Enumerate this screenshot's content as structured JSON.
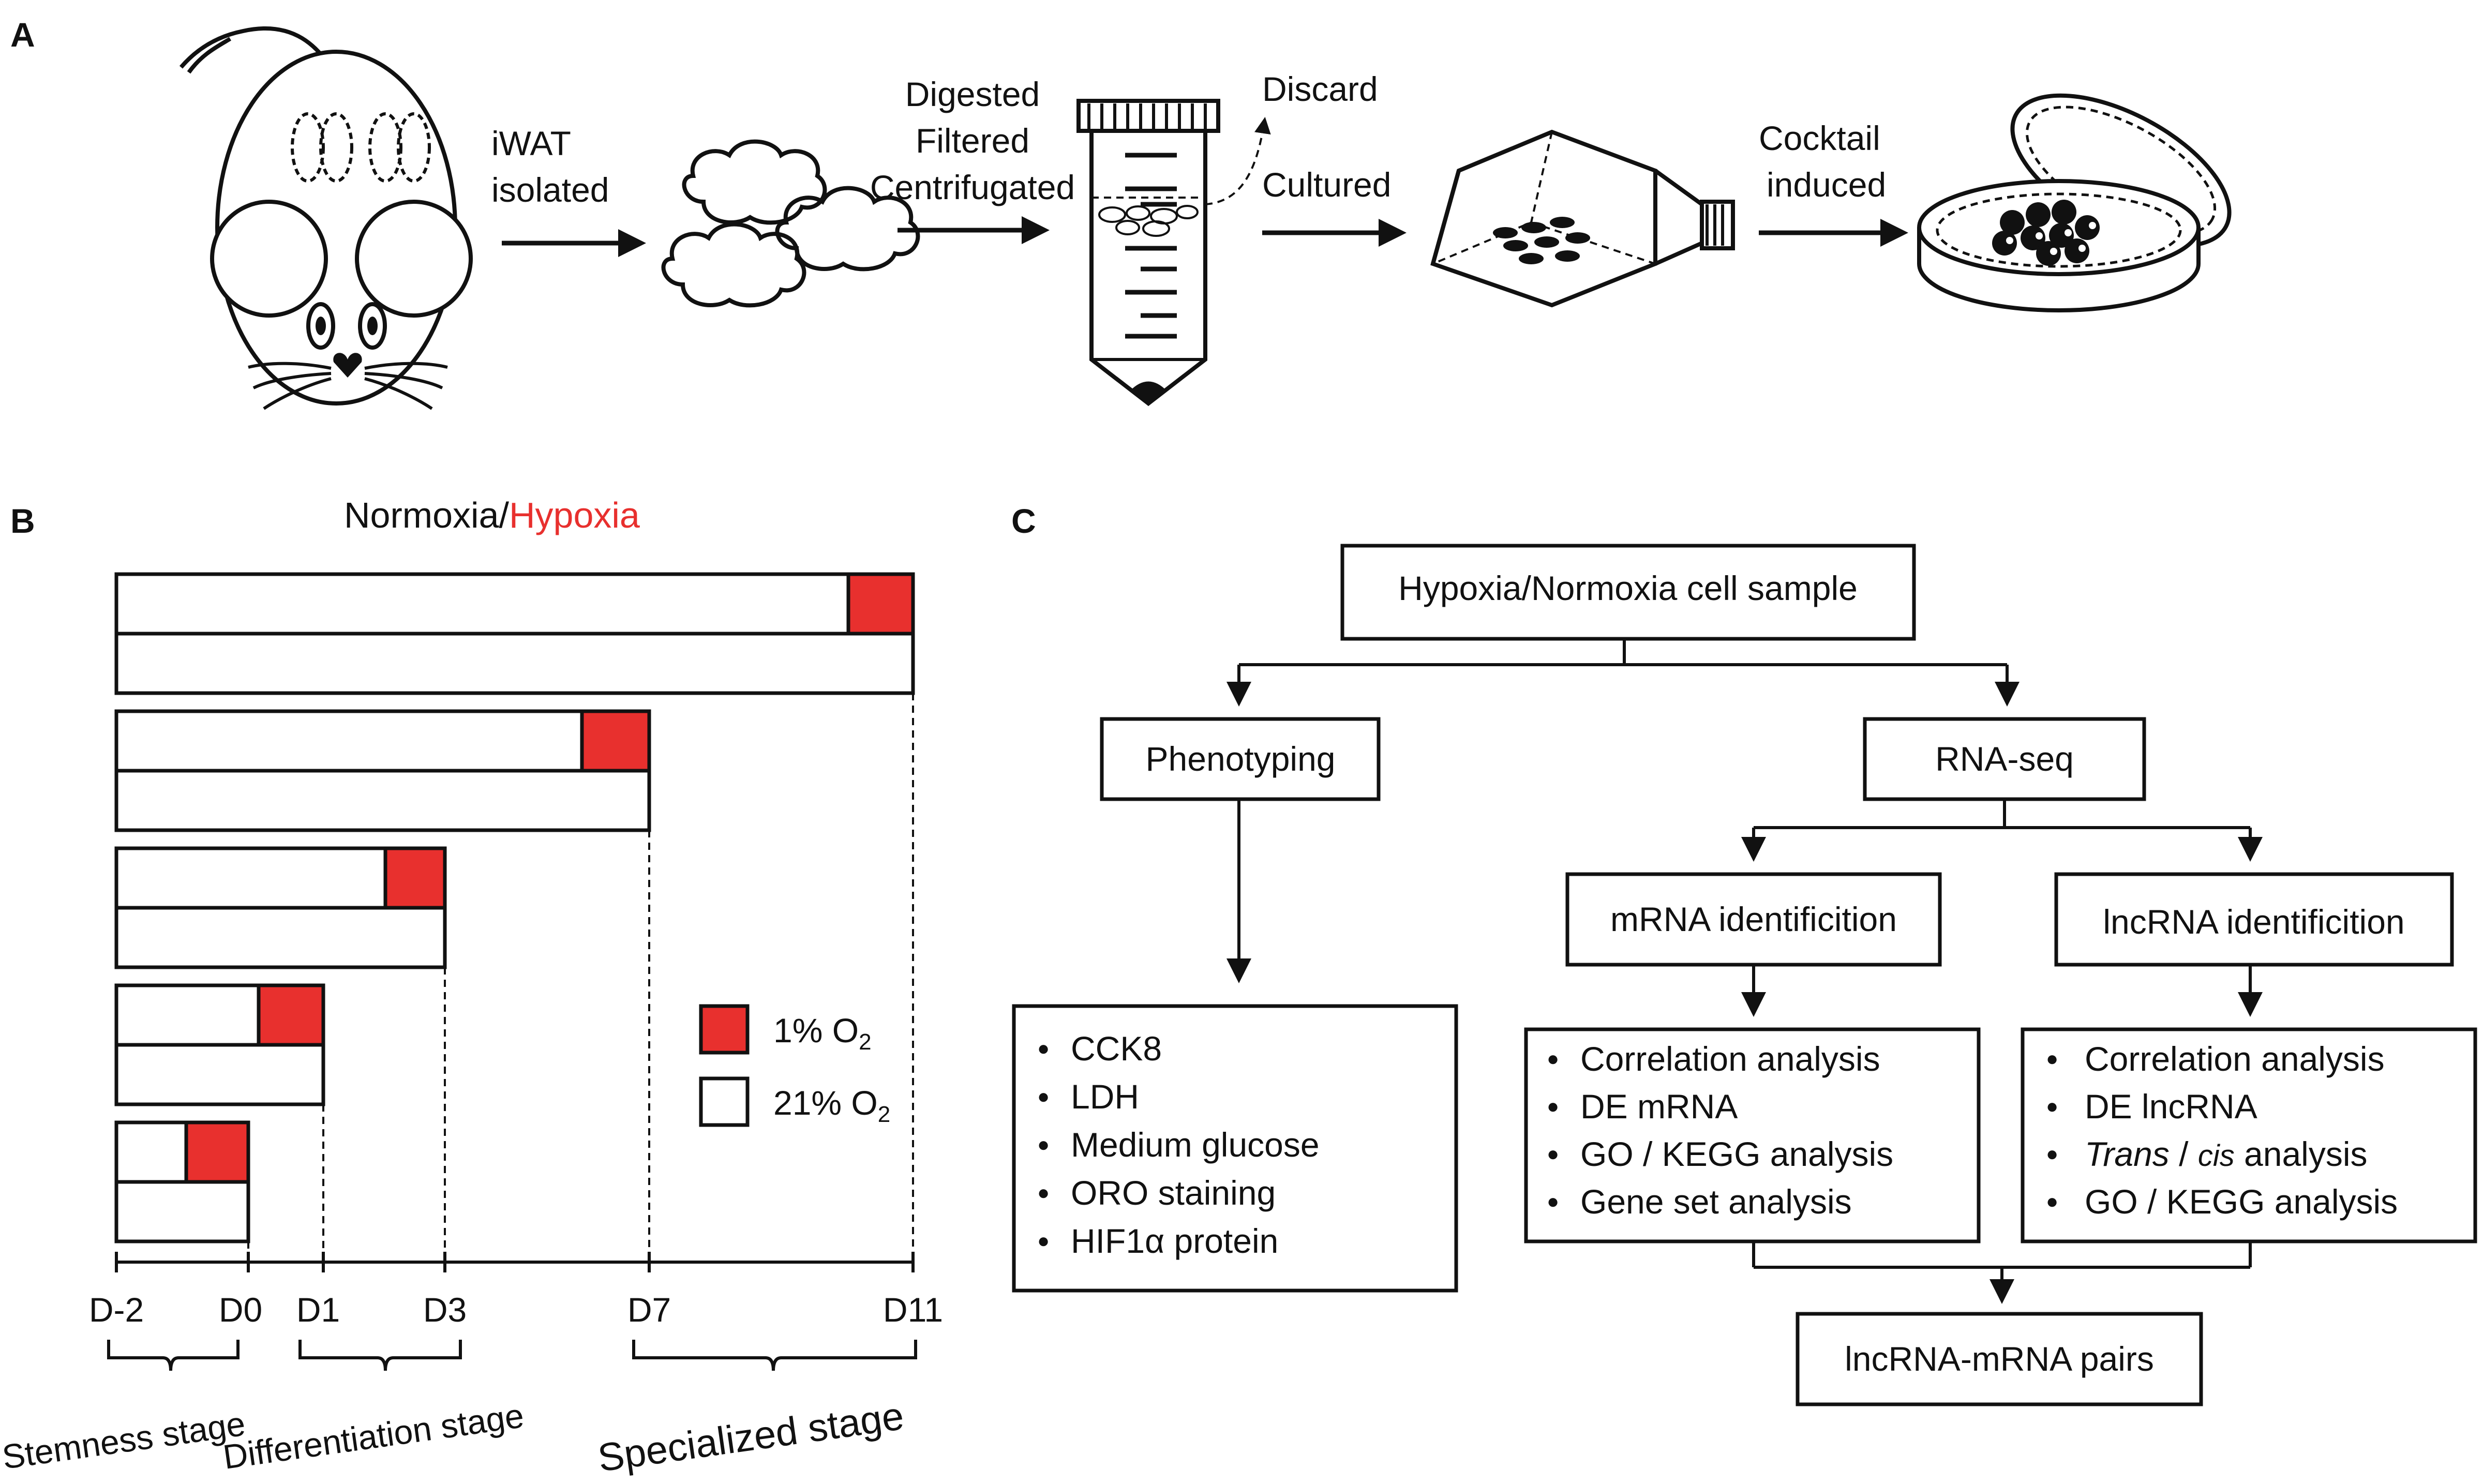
{
  "panel_labels": {
    "a": "A",
    "b": "B",
    "c": "C"
  },
  "panel_a": {
    "steps": [
      {
        "line1": "iWAT",
        "line2": "isolated"
      },
      {
        "line1": "Digested",
        "line2": "Filtered",
        "line3": "Centrifugated"
      },
      {
        "line1": "Cultured"
      },
      {
        "line1": "Cocktail",
        "line2": "induced"
      }
    ],
    "discard_label": "Discard"
  },
  "panel_b": {
    "title_left": "Normoxia/",
    "title_right": "Hypoxia",
    "legend": {
      "hypoxia_label": "1% O",
      "normoxia_label": "21% O",
      "subscript": "2"
    },
    "timeline_ticks": [
      "D-2",
      "D0",
      "D1",
      "D3",
      "D7",
      "D11"
    ],
    "stages": [
      "Stemness stage",
      "Differentiation stage",
      "Specialized stage"
    ],
    "colors": {
      "hypoxia": "#e8302e",
      "normoxia": "#ffffff"
    }
  },
  "panel_c": {
    "root": "Hypoxia/Normoxia cell sample",
    "phenotyping": "Phenotyping",
    "rnaseq": "RNA-seq",
    "mrna": "mRNA identificition",
    "lncrna": "lncRNA identificition",
    "phenotyping_items": [
      "CCK8",
      "LDH",
      "Medium glucose",
      "ORO staining",
      "HIF1α protein"
    ],
    "mrna_items": [
      "Correlation analysis",
      "DE mRNA",
      "GO / KEGG analysis",
      "Gene set analysis"
    ],
    "lncrna_items": [
      "Correlation analysis",
      "DE lncRNA",
      "GO / KEGG analysis"
    ],
    "lncrna_trans": "Trans",
    "lncrna_sep": " / ",
    "lncrna_cis": "cis",
    "lncrna_suffix": " analysis",
    "bullet": "●",
    "pairs": "lncRNA-mRNA pairs"
  }
}
